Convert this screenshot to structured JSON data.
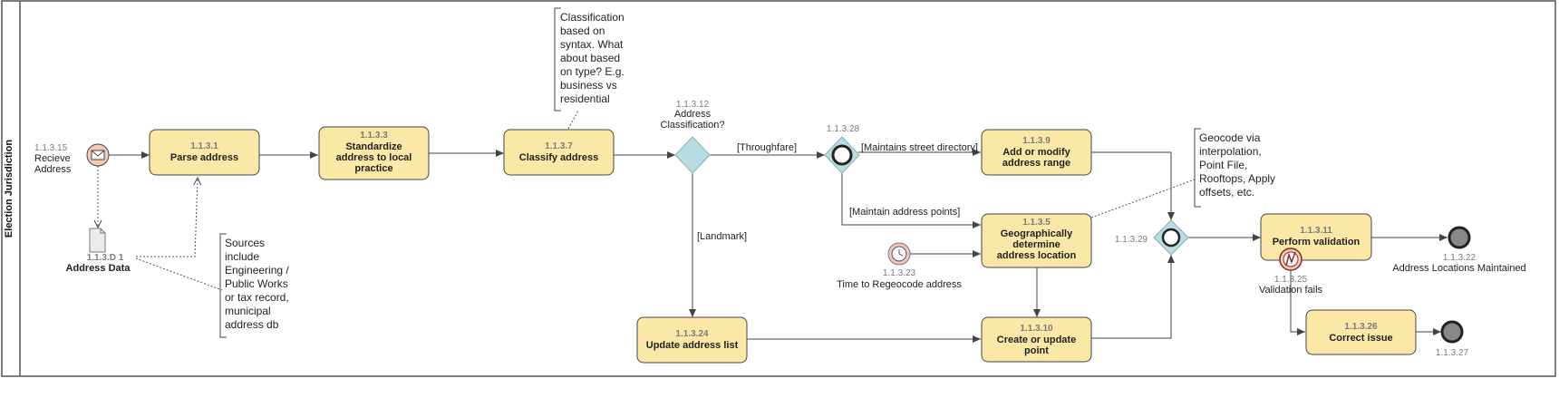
{
  "lane": {
    "label": "Election Jurisdiction"
  },
  "events": {
    "start_msg": {
      "id": "1.1.3.15",
      "label": [
        "Recieve",
        "Address"
      ]
    },
    "inter_28": {
      "id": "1.1.3.28"
    },
    "timer_23": {
      "id": "1.1.3.23",
      "label": "Time to Regeocode address"
    },
    "error_25": {
      "id": "1.1.3.25",
      "label": "Validation fails"
    },
    "end_22": {
      "id": "1.1.3.22",
      "label": "Address Locations Maintained"
    },
    "end_27": {
      "id": "1.1.3.27"
    }
  },
  "data_object": {
    "id": "1.1.3.D 1",
    "label": "Address Data"
  },
  "tasks": {
    "t1": {
      "id": "1.1.3.1",
      "label": [
        "Parse address"
      ]
    },
    "t3": {
      "id": "1.1.3.3",
      "label": [
        "Standardize",
        "address to local",
        "practice"
      ]
    },
    "t7": {
      "id": "1.1.3.7",
      "label": [
        "Classify address"
      ]
    },
    "t9": {
      "id": "1.1.3.9",
      "label": [
        "Add or modify",
        "address range"
      ]
    },
    "t5": {
      "id": "1.1.3.5",
      "label": [
        "Geographically",
        "determine",
        "address location"
      ]
    },
    "t24": {
      "id": "1.1.3.24",
      "label": [
        "Update address list"
      ]
    },
    "t10": {
      "id": "1.1.3.10",
      "label": [
        "Create or update",
        "point"
      ]
    },
    "t11": {
      "id": "1.1.3.11",
      "label": [
        "Perform validation"
      ]
    },
    "t26": {
      "id": "1.1.3.26",
      "label": [
        "Correct issue"
      ]
    }
  },
  "gateways": {
    "g12": {
      "id": "1.1.3.12",
      "label": [
        "Address",
        "Classification?"
      ]
    },
    "g29": {
      "id": "1.1.3.29"
    }
  },
  "flows": {
    "throughfare": "[Throughfare]",
    "landmark": "[Landmark]",
    "street_dir": "[Maintains street directory]",
    "addr_points": "[Maintain address points]"
  },
  "notes": {
    "classification": [
      "Classification",
      "based on",
      "syntax. What",
      "about based",
      "on type? E.g.",
      "business vs",
      "residential"
    ],
    "sources": [
      "Sources",
      "include",
      "Engineering /",
      "Public Works",
      "or tax record,",
      "municipal",
      "address db"
    ],
    "geocode": [
      "Geocode via",
      "interpolation,",
      "Point File,",
      "Rooftops, Apply",
      "offsets, etc."
    ]
  },
  "colors": {
    "task_fill": "#fbe8a6",
    "task_stroke": "#444444",
    "gateway_fill": "#b7dde2",
    "start_fill": "#f3c9b8",
    "end_fill": "#888888",
    "line": "#444444"
  }
}
